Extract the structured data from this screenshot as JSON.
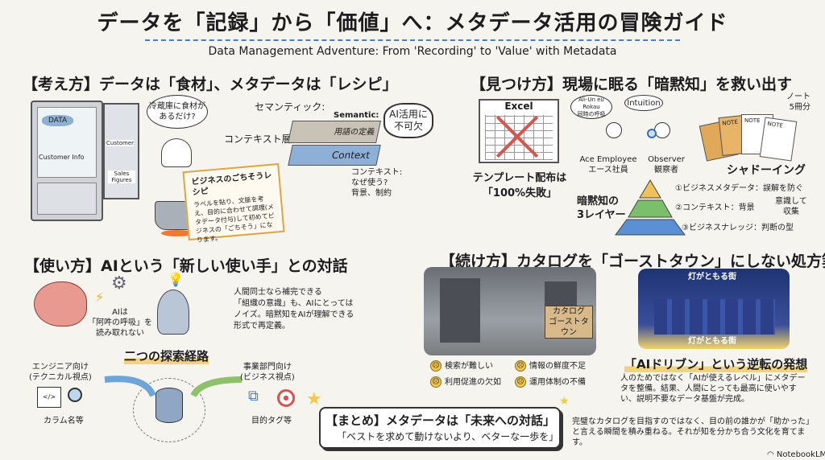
{
  "title": "データを「記録」から「価値」へ：メタデータ活用の冒険ガイド",
  "subtitle": "Data Management Adventure: From 'Recording' to 'Value' with Metadata",
  "s1": {
    "heading": "【考え方】データは「食材」、メタデータは「レシピ」",
    "fridge": {
      "fish": "DATA",
      "veg": "Customer Info",
      "door1": "Customer",
      "door2": "Sales Figures"
    },
    "bubble": "冷蔵庫に食材があるだけ?",
    "recipe_title": "ビジネスのごちそうレシピ",
    "recipe_body": "ラベルを貼り、文脈を考え、目的に合わせて調理(メタデータ付与)して初めてビジネスの「ごちそう」になります。",
    "semantic_jp": "セマンティック:",
    "semantic_en": "Semantic:",
    "layer_top": "用語の定義",
    "layer_bottom": "Context",
    "context_layer": "コンテキスト層",
    "context_note": "コンテキスト:\nなぜ使う?\n背景、制約",
    "ai_cloud": "AI活用に不可欠"
  },
  "s2": {
    "heading": "【見つけ方】現場に眠る「暗黙知」を救い出す",
    "excel": "Excel",
    "excel_caption": "テンプレート配布は「100%失敗」",
    "thought1_en": "Ali-Un eu Rokau",
    "thought1_jp": "同時の呼吸",
    "thought2": "Intuition",
    "ace_en": "Ace Employee",
    "ace_jp": "エース社員",
    "obs_en": "Observer",
    "obs_jp": "観察者",
    "notes_label": "ノート\n5冊分",
    "note": "NOTE",
    "shadowing": "シャドーイング",
    "pyramid_label": "暗黙知の\n3レイヤー",
    "layers": [
      "①ビジネスメタデータ：誤解を防ぐ",
      "②コンテキスト：背景",
      "③ビジネスナレッジ：判断の型"
    ],
    "collect": "意識して\n収集"
  },
  "s3": {
    "heading": "【使い方】AIという「新しい使い手」との対話",
    "ai_caption": "AIは\n「阿吽の呼吸」を\n読み取れない",
    "body": "人間同士なら補完できる\n「組織の意識」も、AIにとっては\nノイズ。暗黙知をAIが理解できる\n形式で再定義。",
    "routes": "二つの探索経路",
    "eng": "エンジニア向け\n(テクニカル視点)",
    "eng_tag": "カラム名等",
    "code": "</>",
    "biz": "事業部門向け\n(ビジネス視点)",
    "biz_tag": "目的タグ等"
  },
  "s4": {
    "heading": "【続け方】カタログを「ゴーストタウン」にしない処方箋",
    "sign": "カタログ\nゴーストタウン",
    "problems": [
      "検索が難しい",
      "情報の鮮度不足",
      "利用促進の欠如",
      "運用体制の不備"
    ],
    "city_top": "灯がともる街",
    "city_bottom": "灯がともる街",
    "ai_heading": "「AIドリブン」という逆転の発想",
    "ai_body": "人のためではなく「AIが使えるレベル」にメタデータを整備。結果、人間にとっても最高に使いやすい、説明不要なデータ基盤が完成。"
  },
  "summary": {
    "heading": "【まとめ】メタデータは「未来への対話」",
    "quote": "「ベストを求めて動けないより、ベターな一歩を」",
    "body": "完璧なカタログを目指すのではなく、目の前の誰かが「助かった」と言える瞬間を積み重ねる。それが知を分かち合う文化を育てます。"
  },
  "brand": "NotebookLM"
}
